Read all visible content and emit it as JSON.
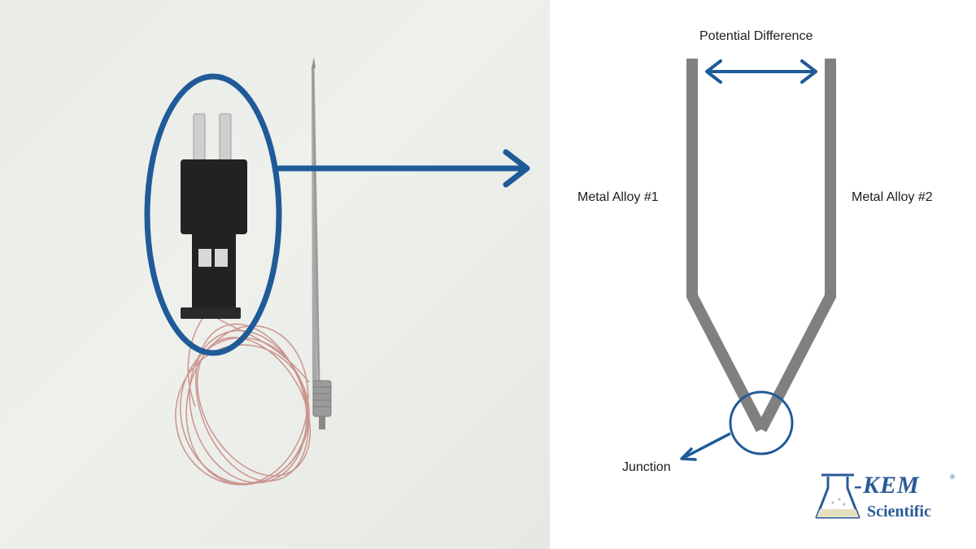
{
  "diagram": {
    "top_label": "Potential Difference",
    "left_wire_label": "Metal Alloy #1",
    "right_wire_label": "Metal Alloy #2",
    "junction_label": "Junction"
  },
  "logo": {
    "brand": "-KEM",
    "subtitle": "Scientific",
    "registered": "®"
  },
  "colors": {
    "accent_blue": "#1f5a99",
    "wire_gray": "#808080",
    "connector_black": "#222222",
    "thermocouple_wire": "#c4857d"
  }
}
